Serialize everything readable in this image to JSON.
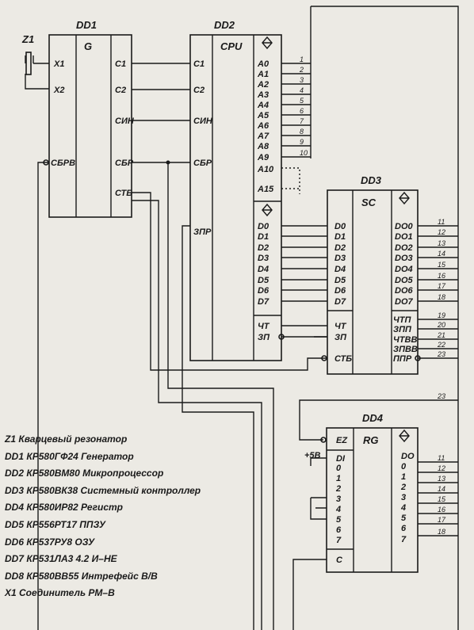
{
  "chips": {
    "dd1": {
      "name": "DD1",
      "func": "G",
      "left": [
        "X1",
        "X2",
        "СБРВ"
      ],
      "right": [
        "C1",
        "C2",
        "СИН",
        "СБР",
        "СТБ"
      ]
    },
    "dd2": {
      "name": "DD2",
      "func": "CPU",
      "left": [
        "C1",
        "C2",
        "СИН",
        "СБР",
        "ЗПР"
      ],
      "addr": [
        "A0",
        "A1",
        "A2",
        "A3",
        "A4",
        "A5",
        "A6",
        "A7",
        "A8",
        "A9",
        "A10",
        "A15"
      ],
      "data": [
        "D0",
        "D1",
        "D2",
        "D3",
        "D4",
        "D5",
        "D6",
        "D7"
      ],
      "ctrl": [
        "ЧТ",
        "ЗП"
      ]
    },
    "dd3": {
      "name": "DD3",
      "func": "SC",
      "left": [
        "D0",
        "D1",
        "D2",
        "D3",
        "D4",
        "D5",
        "D6",
        "D7",
        "ЧТ",
        "ЗП",
        "СТБ"
      ],
      "right": [
        "DO0",
        "DO1",
        "DO2",
        "DO3",
        "DO4",
        "DO5",
        "DO6",
        "DO7",
        "ЧТП",
        "ЗПП",
        "ЧТВВ",
        "ЗПВВ",
        "ППР"
      ]
    },
    "dd4": {
      "name": "DD4",
      "func": "RG",
      "left": [
        "EZ",
        "DI",
        "0",
        "1",
        "2",
        "3",
        "4",
        "5",
        "6",
        "7",
        "C"
      ],
      "right": [
        "DO",
        "0",
        "1",
        "2",
        "3",
        "4",
        "5",
        "6",
        "7"
      ]
    }
  },
  "z1": "Z1",
  "power": "+5В",
  "wire_numbers": {
    "addr": [
      "1",
      "2",
      "3",
      "4",
      "5",
      "6",
      "7",
      "8",
      "9",
      "10"
    ],
    "dd3_data": [
      "11",
      "12",
      "13",
      "14",
      "15",
      "16",
      "17",
      "18"
    ],
    "dd3_ctrl": [
      "19",
      "20",
      "21",
      "22",
      "23"
    ],
    "bus23": "23",
    "dd4_out": [
      "11",
      "12",
      "13",
      "14",
      "15",
      "16",
      "17",
      "18"
    ]
  },
  "legend": [
    "Z1 Кварцевый резонатор",
    "DD1 КР580ГФ24 Генератор",
    "DD2 КР580ВМ80 Микропроцессор",
    "DD3 КР580ВК38 Системный контроллер",
    "DD4 КР580ИР82 Регистр",
    "DD5 КР556РТ17 ППЗУ",
    "DD6 КР537РУ8 ОЗУ",
    "DD7 КР531ЛА3 4.2 И–НЕ",
    "DD8 КР580ВВ55 Интрефейс В/В",
    "X1 Соединитель РМ–В"
  ]
}
